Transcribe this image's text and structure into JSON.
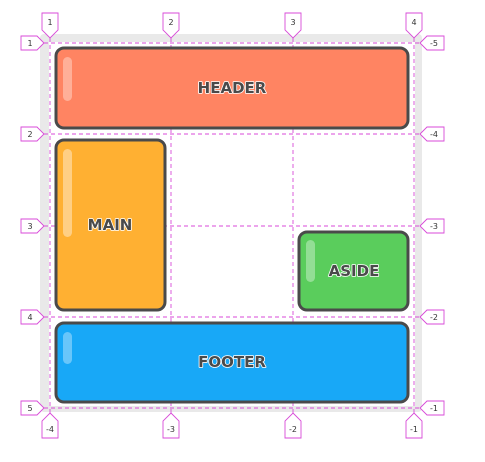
{
  "colors": {
    "header": "#ff8462",
    "main": "#ffb032",
    "aside": "#5acd5c",
    "footer": "#18a8f7",
    "grid_line": "#d84ad8",
    "border": "#4a4a4a",
    "container": "#e9e9e9"
  },
  "areas": {
    "header": "HEADER",
    "main": "MAIN",
    "aside": "ASIDE",
    "footer": "FOOTER"
  },
  "column_lines": {
    "top": [
      "1",
      "2",
      "3",
      "4"
    ],
    "bottom": [
      "-4",
      "-3",
      "-2",
      "-1"
    ]
  },
  "row_lines": {
    "left": [
      "1",
      "2",
      "3",
      "4",
      "5"
    ],
    "right": [
      "-5",
      "-4",
      "-3",
      "-2",
      "-1"
    ]
  }
}
